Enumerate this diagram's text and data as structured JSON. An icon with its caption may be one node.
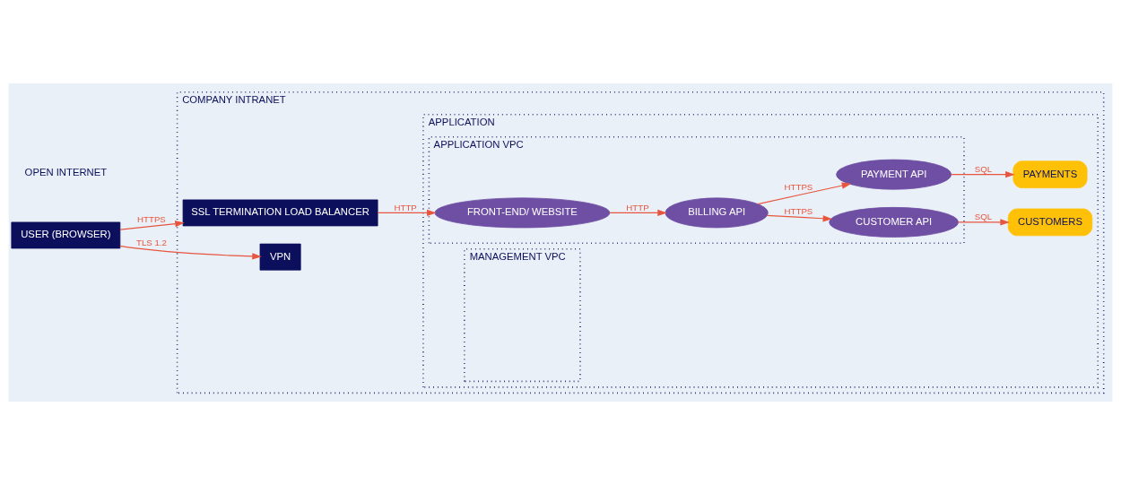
{
  "diagram": {
    "nodes": [
      {
        "text": [
          "USER (BROWSER)"
        ]
      },
      {
        "text": [
          "COMPANY INTRANET"
        ]
      },
      {
        "text": [
          "SSL TERMINATION LOAD BALANCER"
        ],
        "in": 1
      },
      {
        "text": [
          "VPN"
        ],
        "in": 1
      },
      {
        "text": [
          "APPLICATION"
        ],
        "in": 1
      },
      {
        "text": [
          "APPLICATION VPC"
        ],
        "in": 4
      },
      {
        "text": [
          "FRONT-END/ WEBSITE"
        ],
        "in": 5
      },
      {
        "text": [
          "BILLING API"
        ],
        "in": 5
      },
      {
        "text": [
          "CUSTOMER API"
        ],
        "in": 5
      },
      {
        "text": [
          "PAYMENT API"
        ],
        "in": 5
      },
      {
        "text": [
          "CUSTOMERS"
        ],
        "in": 4
      },
      {
        "text": [
          "PAYMENTS"
        ],
        "in": 4
      },
      {
        "text": [
          "MANAGEMENT VPC"
        ],
        "in": 4
      }
    ],
    "edges": [
      {
        "from": 0,
        "to": 2,
        "arrow": "to",
        "label": "HTTPS"
      },
      {
        "from": 0,
        "to": 3,
        "arrow": "to",
        "label": "TLS 1.2"
      },
      {
        "from": 2,
        "to": 6,
        "arrow": "to",
        "label": "HTTP"
      },
      {
        "from": 6,
        "to": 7,
        "arrow": "to",
        "label": "HTTP"
      },
      {
        "from": 7,
        "to": 8,
        "arrow": "to",
        "label": "HTTPS"
      },
      {
        "from": 7,
        "to": 9,
        "arrow": "to",
        "label": "HTTPS"
      },
      {
        "from": 8,
        "to": 10,
        "arrow": "to",
        "label": "SQL"
      },
      {
        "from": 9,
        "to": 11,
        "arrow": "to",
        "label": "SQL"
      }
    ],
    "labels": [
      "OPEN INTERNET"
    ]
  }
}
